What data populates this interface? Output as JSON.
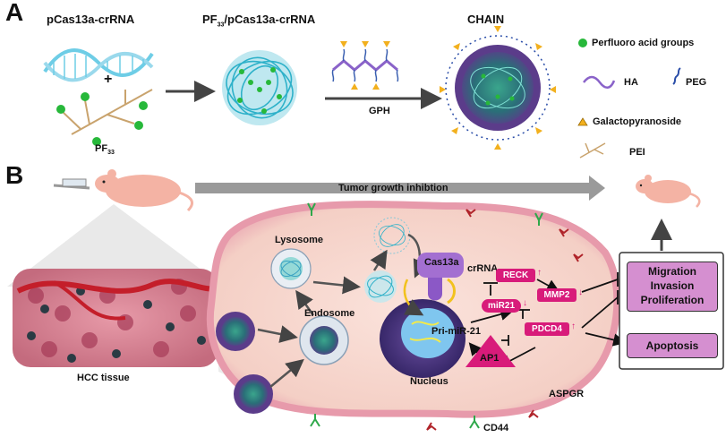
{
  "panel_a": {
    "letter": "A",
    "step1_title": "pCas13a-crRNA",
    "step2_title_main": "PF",
    "step2_title_sub": "33",
    "step2_title_rest": "/pCas13a-crRNA",
    "step3_title": "CHAIN",
    "plus": "+",
    "pf33_main": "PF",
    "pf33_sub": "33",
    "arrow_label": "GPH",
    "legend": {
      "perfluoro": "Perfluoro acid groups",
      "ha": "HA",
      "peg": "PEG",
      "galactopyranoside": "Galactopyranoside",
      "pei": "PEI"
    }
  },
  "panel_b": {
    "letter": "B",
    "tumor_arrow_label": "Tumor growth inhibtion",
    "hcc_tissue": "HCC tissue",
    "lysosome": "Lysosome",
    "endosome": "Endosome",
    "nucleus": "Nucleus",
    "cas13a": "Cas13a",
    "crrna": "crRNA",
    "reck": "RECK",
    "mir21": "miR21",
    "mmp2": "MMP2",
    "pdcd4": "PDCD4",
    "pri_mir21": "Pri-miR-21",
    "ap1": "AP1",
    "aspgr": "ASPGR",
    "cd44": "CD44",
    "outcome_box1": [
      "Migration",
      "Invasion",
      "Proliferation"
    ],
    "outcome_box2": "Apoptosis",
    "up_arrow": "↑",
    "down_arrow": "↓"
  }
}
